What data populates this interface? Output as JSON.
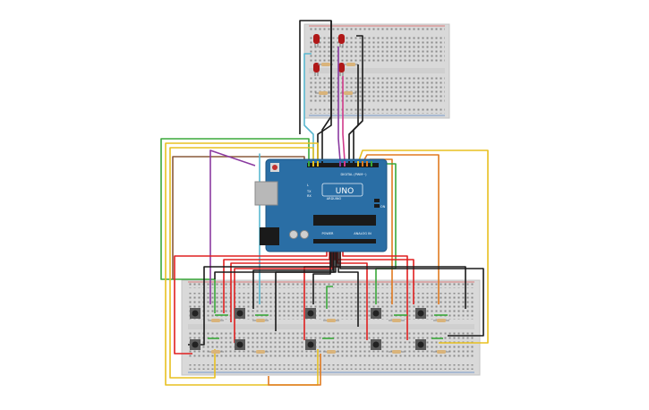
{
  "arduino": {
    "logo": "UNO",
    "brand": "ARDUINO",
    "digital_label": "DIGITAL (PWM~)",
    "analog_label": "ANALOG IN",
    "power_label": "POWER",
    "tx_label": "TX",
    "rx_label": "RX",
    "l_label": "L",
    "on_label": "ON"
  },
  "colors": {
    "board": "#2a6ea5",
    "breadboard": "#d9d9d9",
    "wire_red": "#e02020",
    "wire_black": "#1a1a1a",
    "wire_green": "#3aa83a",
    "wire_orange": "#e07a20",
    "wire_yellow": "#e8c020",
    "wire_purple": "#8a3aa0",
    "wire_cyan": "#5ab8d0",
    "wire_brown": "#8a5a3a",
    "wire_magenta": "#d03a8a",
    "led": "#b01818"
  }
}
